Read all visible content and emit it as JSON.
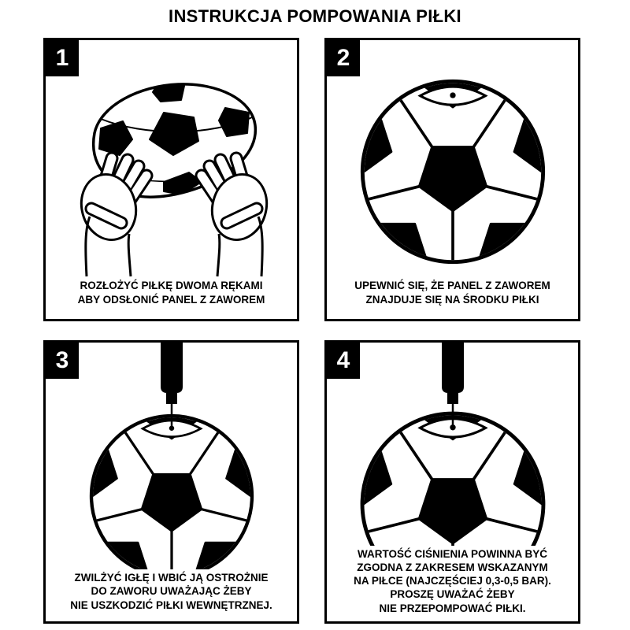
{
  "title": "INSTRUKCJA POMPOWANIA PIŁKI",
  "colors": {
    "ink": "#000000",
    "paper": "#ffffff"
  },
  "steps": [
    {
      "number": "1",
      "illustration": "hands-spreading-deflated-ball",
      "caption_lines": [
        "ROZŁOŻYĆ PIŁKĘ DWOMA RĘKAMI",
        "ABY ODSŁONIĆ PANEL Z ZAWOREM"
      ]
    },
    {
      "number": "2",
      "illustration": "soccer-ball-with-valve-panel-centered",
      "caption_lines": [
        "UPEWNIĆ SIĘ, ŻE PANEL Z ZAWOREM",
        "ZNAJDUJE SIĘ NA ŚRODKU PIŁKI"
      ]
    },
    {
      "number": "3",
      "illustration": "pump-needle-inserted-into-valve",
      "caption_lines": [
        "ZWILŻYĆ IGŁĘ I WBIĆ JĄ OSTROŻNIE",
        "DO ZAWORU UWAŻAJĄC ŻEBY",
        "NIE USZKODZIĆ PIŁKI WEWNĘTRZNEJ."
      ]
    },
    {
      "number": "4",
      "illustration": "pump-inflating-ball-pressure-warning",
      "caption_lines": [
        "WARTOŚĆ CIŚNIENIA POWINNA BYĆ",
        "ZGODNA Z ZAKRESEM WSKAZANYM",
        "NA PIŁCE (NAJCZĘŚCIEJ 0,3-0,5 BAR).",
        "PROSZĘ UWAŻAĆ ŻEBY",
        "NIE PRZEPOMPOWAĆ PIŁKI."
      ]
    }
  ]
}
